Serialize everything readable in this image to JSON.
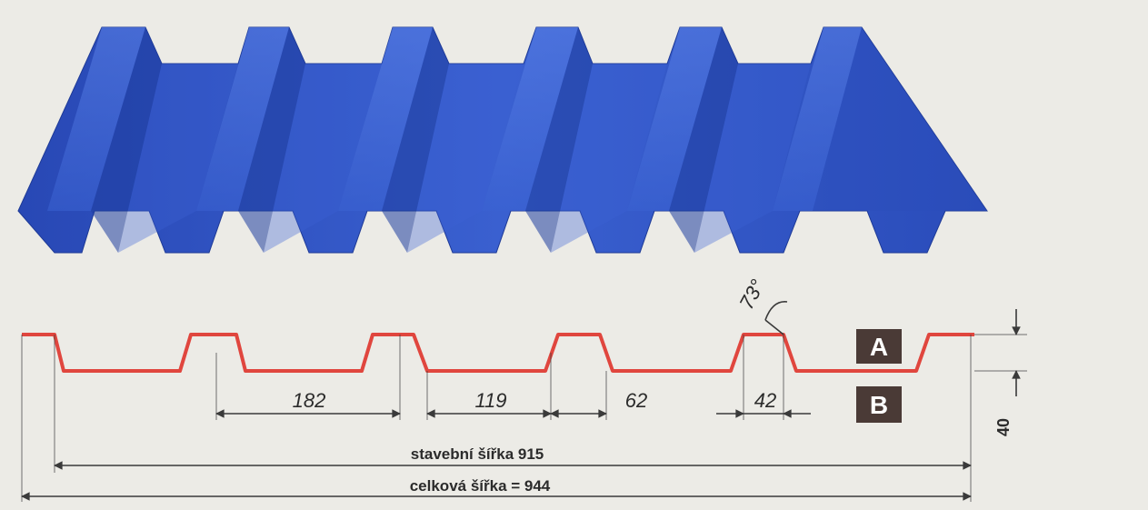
{
  "colors": {
    "sheet_front": "#2f55c8",
    "sheet_top": "#4a72de",
    "sheet_side": "#1f3e9e",
    "sheet_dark": "#1a3690",
    "profile_line": "#e0463e",
    "dim_line": "#3a3a3a",
    "badge_bg": "#4a3a36",
    "background": "#ecebe6"
  },
  "dimensions": {
    "rib_pitch": "182",
    "trough_width": "119",
    "rib_bottom": "62",
    "rib_top": "42",
    "angle": "73°",
    "height": "40",
    "building_width": "stavební šířka 915",
    "total_width": "celková šířka = 944"
  },
  "sides": {
    "a": "A",
    "b": "B"
  }
}
